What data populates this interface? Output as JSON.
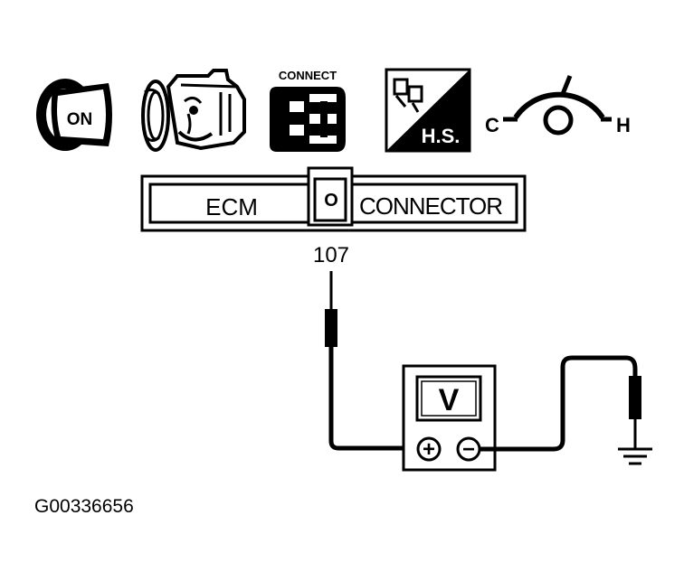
{
  "icons": {
    "ignition": {
      "icon": "ignition-key-on-icon",
      "label": "ON"
    },
    "engine": {
      "icon": "engine-icon"
    },
    "connector": {
      "icon": "connector-icon",
      "label": "CONNECT"
    },
    "hand_selector": {
      "icon": "hand-selector-icon",
      "label": "H.S."
    },
    "temperature": {
      "icon": "temperature-gauge-icon",
      "cold_label": "C",
      "hot_label": "H"
    }
  },
  "connector_box": {
    "left_label": "ECM",
    "pin_symbol": "O",
    "right_label": "CONNECTOR"
  },
  "pin_number": "107",
  "voltmeter": {
    "display": "V",
    "positive_symbol": "+",
    "negative_symbol": "−"
  },
  "figure_id": "G00336656",
  "colors": {
    "ink": "#000000",
    "paper": "#ffffff"
  }
}
